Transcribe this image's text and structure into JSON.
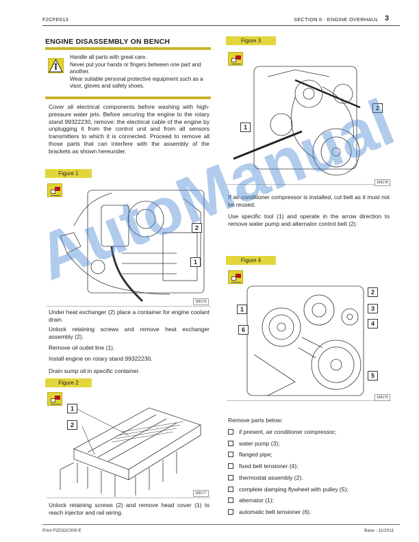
{
  "header": {
    "doc_code": "F2CFE613",
    "section": "SECTION 6 - ENGINE OVERHAUL",
    "page_number": "3"
  },
  "footer": {
    "print_code": "Print P2D32C009 E",
    "base": "Base - 11/2011"
  },
  "left": {
    "title": "ENGINE DISASSEMBLY ON BENCH",
    "warning_lines": [
      "Handle all parts with great care.",
      "Never put your hands or fingers between one part and another.",
      "Wear suitable personal protective equipment such as a visor, gloves and safety shoes."
    ],
    "intro_paragraph": "Cover all electrical components before washing with high-pressure water jets. Before securing the engine to the rotary stand 99322230, remove: the electrical cable of the engine by unplugging it from the control unit and from all sensors transmitters to which it is connected. Proceed to remove all those parts that can interfere with the assembly of the brackets as shown hereunder.",
    "figure1": {
      "label": "Figure 1",
      "code": "166176",
      "callouts": [
        "2",
        "1"
      ]
    },
    "steps_fig1": [
      "Under heat exchanger (2) place a container for engine coolant drain.",
      "Unlock retaining screws and remove heat exchanger assembly (2).",
      "Remove oil outlet line (1).",
      "Install engine on rotary stand 99322230.",
      "Drain sump oil in specific container."
    ],
    "figure2": {
      "label": "Figure 2",
      "code": "166177",
      "callouts": [
        "1",
        "2"
      ]
    },
    "step_fig2": "Unlock retaining screws (2) and remove head cover (1) to reach injector and rail wiring."
  },
  "right": {
    "figure3": {
      "label": "Figure 3",
      "code": "166178",
      "callouts": [
        "2",
        "1"
      ]
    },
    "steps_fig3": [
      "If air conditioner compressor is installed, cut belt as it must not be reused.",
      "Use specific tool (1) and operate in the arrow direction to remove water pump and alternator control belt (2)."
    ],
    "figure4": {
      "label": "Figure 4",
      "code": "166179",
      "callouts": [
        "2",
        "1",
        "3",
        "4",
        "6",
        "5"
      ]
    },
    "remove_intro": "Remove parts below:",
    "remove_list": [
      "if present, air conditioner compressor;",
      "water pump (3);",
      "flanged pipe;",
      "fixed belt tensioner (4);",
      "thermostat assembly (2).",
      "complete damping flywheel with pulley (5);",
      "alternator (1);",
      "automatic belt tensioner (6)."
    ]
  },
  "watermark": "AutoManual",
  "colors": {
    "accent_yellow": "#e3d63d",
    "rule_yellow": "#c8b32c",
    "icon_red": "#b01818",
    "watermark_blue": "#4682d2"
  }
}
